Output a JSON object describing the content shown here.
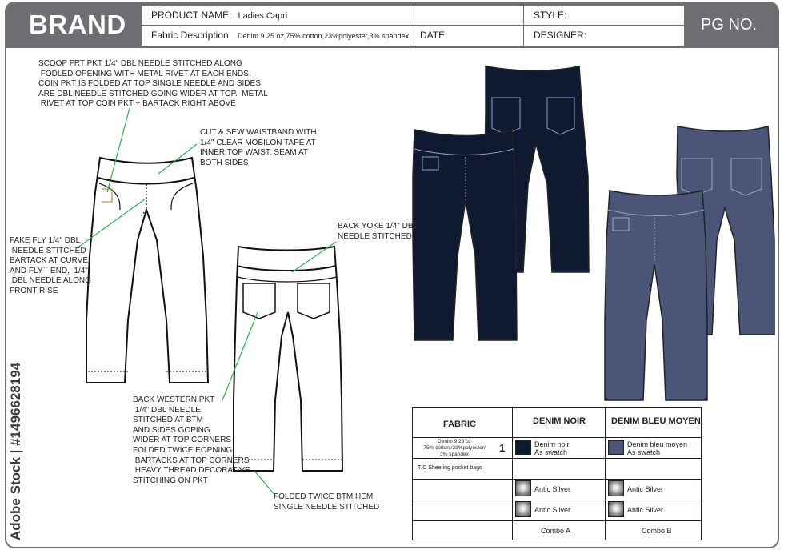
{
  "header": {
    "brand": "BRAND",
    "product_name_label": "PRODUCT NAME:",
    "product_name_value": "Ladies Capri",
    "fabric_label": "Fabric Description:",
    "fabric_value": "Denim 9.25 oz,75% cotton,23%polyester,3% spandex",
    "date_label": "DATE:",
    "style_label": "STYLE:",
    "designer_label": "DESIGNER:",
    "pg_label": "PG  NO."
  },
  "notes": {
    "scoop_pocket": "SCOOP FRT PKT 1/4\" DBL NEEDLE STITCHED ALONG\n FODLED OPENING WITH METAL RIVET AT EACH ENDS.\nCOIN PKT IS FOLDED AT TOP SINGLE NEEDLE AND SIDES\nARE DBL NEEDLE STITCHED GOING WIDER AT TOP.  METAL\n RIVET AT TOP COIN PKT + BARTACK RIGHT ABOVE",
    "waistband": "CUT & SEW WAISTBAND WITH\n1/4\" CLEAR MOBILON TAPE AT\nINNER TOP WAIST. SEAM AT\nBOTH SIDES",
    "fake_fly": "FAKE FLY 1/4\" DBL\n NEEDLE STITCHED\nBARTACK AT CURVE\nAND FLY`` END,  1/4\"\n DBL NEEDLE ALONG\nFRONT RISE",
    "back_yoke": "BACK YOKE 1/4\" DBL\nNEEDLE STITCHED",
    "back_pocket": "BACK WESTERN PKT\n 1/4\" DBL NEEDLE\nSTITCHED AT BTM\nAND SIDES GOPING\nWIDER AT TOP CORNERS\nFOLDED TWICE EOPNING\n BARTACKS AT TOP CORNERS\n HEAVY THREAD DECORATIVE\nSTITCHING ON PKT",
    "hem": "FOLDED TWICE BTM HEM\nSINGLE NEEDLE STITCHED"
  },
  "watermark": "Adobe Stock | #1496628194",
  "colors": {
    "frame": "#6d6e71",
    "denim_noir": "#0f1a30",
    "denim_bleu_moyen": "#4a5578",
    "leader_line": "#2bb24c"
  },
  "table": {
    "col_fabric": "FABRIC",
    "col_noir": "DENIM NOIR",
    "col_bleu": "DENIM BLEU MOYEN",
    "row1_fabric": "Denim 9.25 oz\n75% cotton /23%polyester/\n3% spandex",
    "row1_num": "1",
    "row1_noir": "Denim noir\nAs swatch",
    "row1_bleu": "Denim bleu moyen\nAs swatch",
    "row2_fabric": "T/C Sheeting pocket bags",
    "row3_noir": "Antic Silver",
    "row3_bleu": "Antic Silver",
    "row4_noir": "Antic Silver",
    "row4_bleu": "Antic Silver",
    "combo_a": "Combo A",
    "combo_b": "Combo B"
  }
}
